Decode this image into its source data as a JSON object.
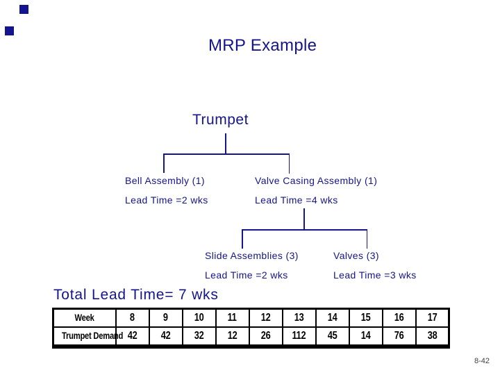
{
  "slide": {
    "title": "MRP Example",
    "page_number": "8-42"
  },
  "colors": {
    "accent_navy": "#14148C",
    "table_border": "#000000",
    "background": "#FFFFFF"
  },
  "tree": {
    "root_label": "Trumpet",
    "total_lead_time": "Total Lead Time= 7 wks",
    "nodes": [
      {
        "label": "Bell Assembly (1)",
        "lead_time": "Lead Time =2 wks"
      },
      {
        "label": "Valve Casing Assembly (1)",
        "lead_time": "Lead Time =4 wks"
      },
      {
        "label": "Slide Assemblies (3)",
        "lead_time": "Lead Time =2 wks"
      },
      {
        "label": "Valves (3)",
        "lead_time": "Lead Time =3 wks"
      }
    ]
  },
  "chart_data": {
    "type": "table",
    "rows": [
      {
        "label": "Week",
        "values": [
          8,
          9,
          10,
          11,
          12,
          13,
          14,
          15,
          16,
          17
        ]
      },
      {
        "label": "Trumpet Demand",
        "values": [
          42,
          42,
          32,
          12,
          26,
          112,
          45,
          14,
          76,
          38
        ]
      }
    ]
  }
}
